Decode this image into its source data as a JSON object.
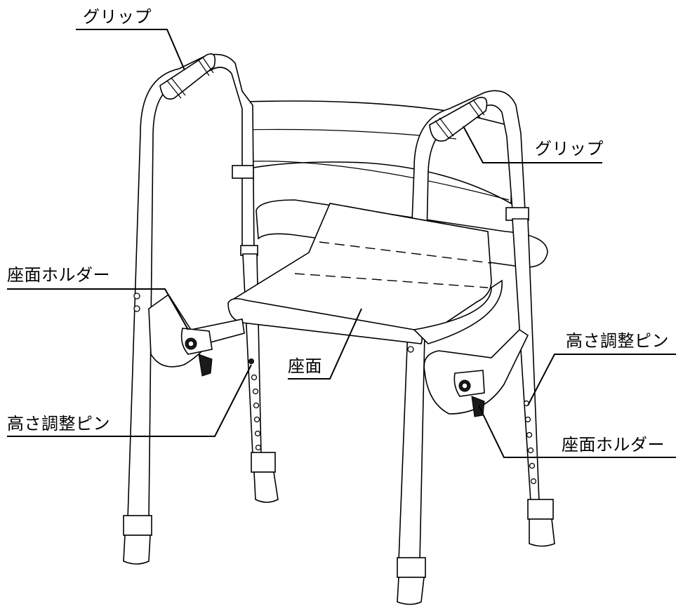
{
  "labels": {
    "grip_left": "グリップ",
    "grip_right": "グリップ",
    "seat_holder_left": "座面ホルダー",
    "seat_holder_right": "座面ホルダー",
    "height_pin_left": "高さ調整ピン",
    "height_pin_right": "高さ調整ピン",
    "seat": "座面"
  }
}
